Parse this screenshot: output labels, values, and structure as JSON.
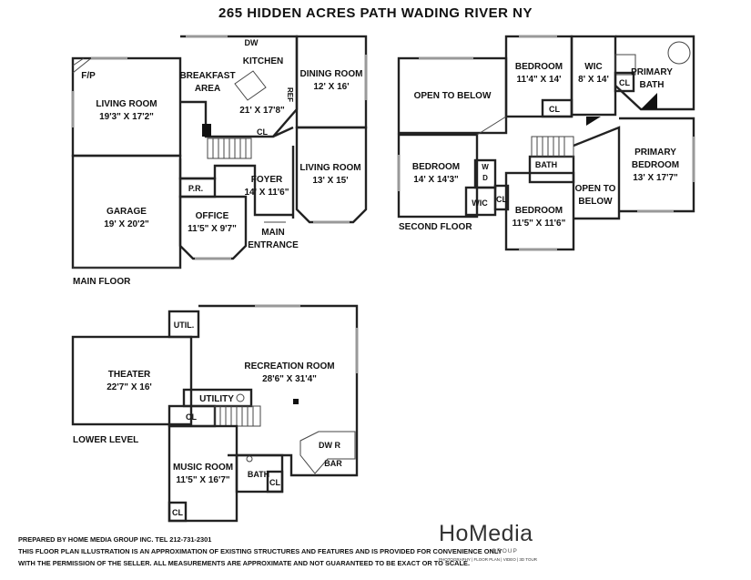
{
  "title": "265 HIDDEN ACRES PATH WADING RIVER NY",
  "main_floor": {
    "name": "MAIN FLOOR",
    "fp": "F/P",
    "living_room": {
      "name": "LIVING ROOM",
      "dim": "19'3\" X 17'2\""
    },
    "breakfast_1": "BREAKFAST",
    "breakfast_2": "AREA",
    "dw": "DW",
    "kitchen": {
      "name": "KITCHEN",
      "dim": "21' X 17'8\""
    },
    "ref": "REF",
    "dining_room": {
      "name": "DINING ROOM",
      "dim": "12' X 16'"
    },
    "cl": "CL",
    "foyer": {
      "name": "FOYER",
      "dim": "14' X 11'6\""
    },
    "living_room_2": {
      "name": "LIVING ROOM",
      "dim": "13' X 15'"
    },
    "garage": {
      "name": "GARAGE",
      "dim": "19' X 20'2\""
    },
    "pr": "P.R.",
    "office": {
      "name": "OFFICE",
      "dim": "11'5\" X 9'7\""
    },
    "main_entrance_1": "MAIN",
    "main_entrance_2": "ENTRANCE"
  },
  "second_floor": {
    "name": "SECOND FLOOR",
    "open_to_below": "OPEN TO BELOW",
    "bedroom_1": {
      "name": "BEDROOM",
      "dim": "11'4\" X 14'"
    },
    "cl": "CL",
    "wic": {
      "name": "WIC",
      "dim": "8' X 14'"
    },
    "cl_2": "CL",
    "primary_bath_1": "PRIMARY",
    "primary_bath_2": "BATH",
    "bedroom_2": {
      "name": "BEDROOM",
      "dim": "14' X 14'3\""
    },
    "w": "W",
    "d": "D",
    "wic_2": "WIC",
    "cl_3": "CL",
    "bath": "BATH",
    "bedroom_3": {
      "name": "BEDROOM",
      "dim": "11'5\" X 11'6\""
    },
    "open_below_1": "OPEN TO",
    "open_below_2": "BELOW",
    "primary_bedroom_1": "PRIMARY",
    "primary_bedroom_2": "BEDROOM",
    "primary_bedroom_dim": "13' X 17'7\""
  },
  "lower_level": {
    "name": "LOWER LEVEL",
    "util": "UTIL.",
    "theater": {
      "name": "THEATER",
      "dim": "22'7\" X 16'"
    },
    "recreation": {
      "name": "RECREATION ROOM",
      "dim": "28'6\" X 31'4\""
    },
    "utility": "UTILITY",
    "cl": "CL",
    "dwr": "DW R",
    "bar": "BAR",
    "music_room": {
      "name": "MUSIC ROOM",
      "dim": "11'5\" X 16'7\""
    },
    "bath": "BATH",
    "cl_2": "CL",
    "cl_3": "CL"
  },
  "footer": {
    "line1": "PREPARED BY  HOME MEDIA GROUP INC.  TEL 212-731-2301",
    "line2": "THIS FLOOR PLAN ILLUSTRATION IS AN APPROXIMATION OF EXISTING STRUCTURES AND FEATURES AND IS PROVIDED FOR CONVENIENCE ONLY",
    "line3": "WITH THE PERMISSION OF THE SELLER. ALL MEASUREMENTS ARE APPROXIMATE AND NOT GUARANTEED TO BE EXACT OR TO SCALE."
  },
  "logo": {
    "main": "HoMedia",
    "group": "GROUP",
    "tagline": "PHOTOGRAPHY | FLOOR PLAN | VIDEO | 3D TOUR"
  }
}
